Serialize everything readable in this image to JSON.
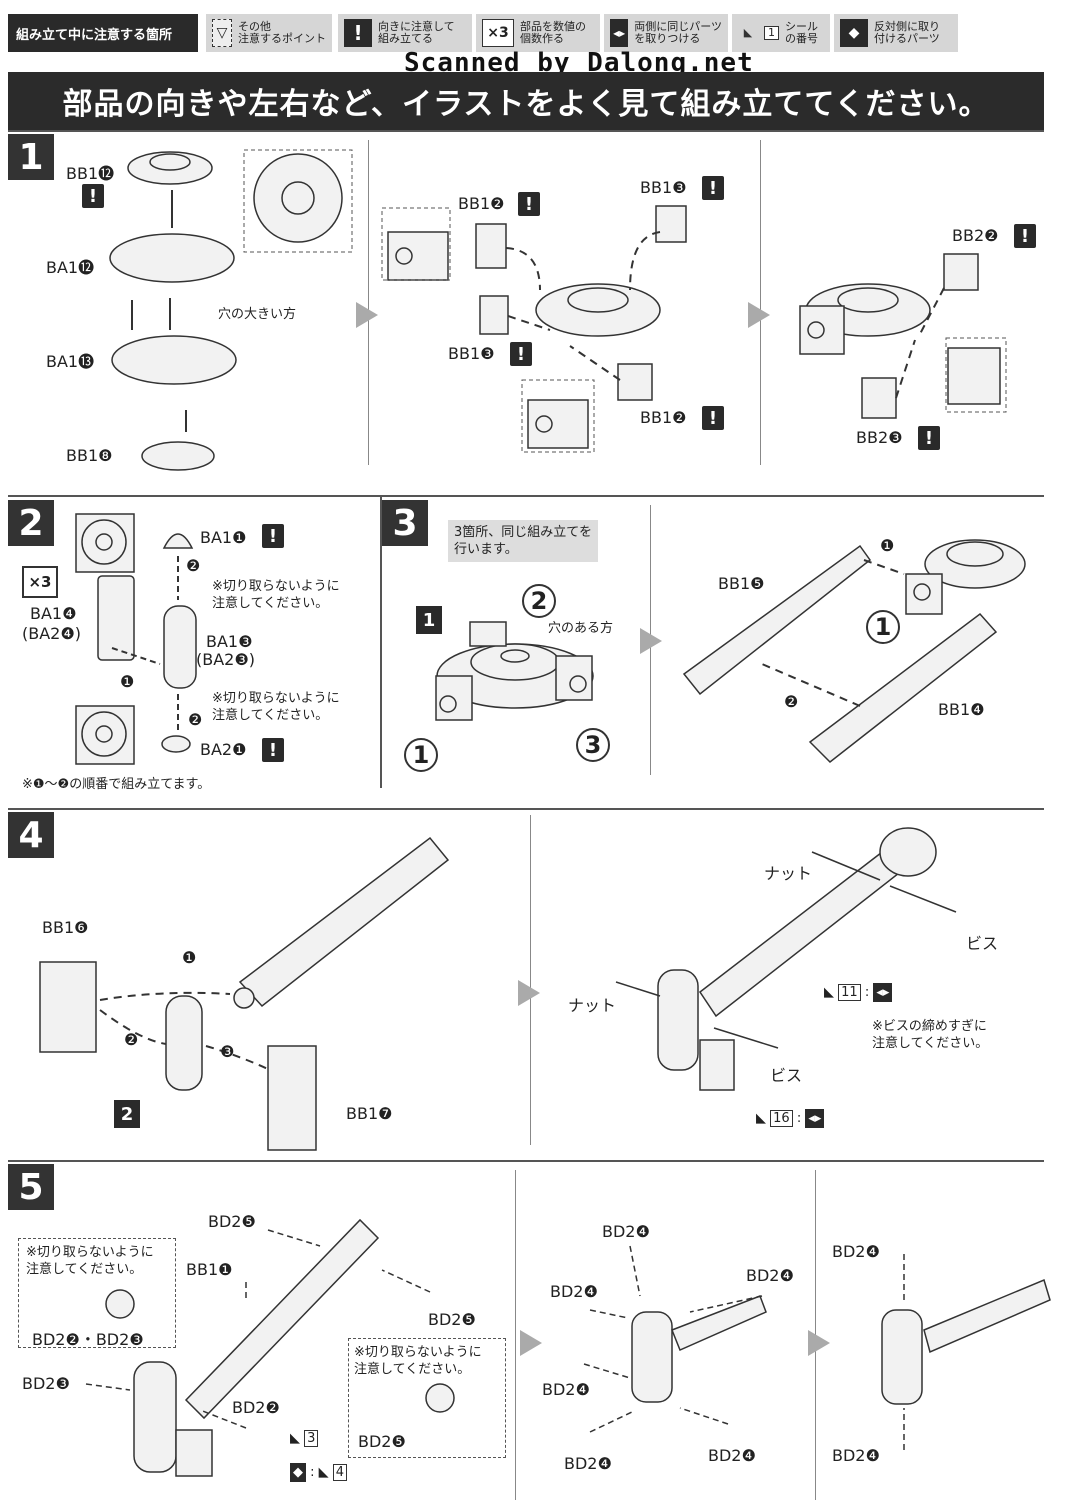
{
  "legend": {
    "title": "組み立て中に注意する箇所",
    "items": [
      {
        "label": "その他\n注意するポイント"
      },
      {
        "label": "向きに注意して\n組み立てる"
      },
      {
        "label": "部品を数値の\n個数作る"
      },
      {
        "label": "両側に同じパーツ\nを取りつける"
      },
      {
        "label": "シール\nの番号"
      },
      {
        "label": "反対側に取り\n付けるパーツ"
      }
    ],
    "x3": "×3",
    "seal_num": "1"
  },
  "watermark": "Scanned by Dalong.net",
  "banner": "部品の向きや左右など、イラストをよく見て組み立ててください。",
  "steps": [
    "1",
    "2",
    "3",
    "4",
    "5"
  ],
  "step1": {
    "labels": [
      "BB1⓬",
      "BA1⓬",
      "BA1⓭",
      "BB1❽",
      "BB1❷",
      "BB1❸",
      "BB1❸",
      "BB1❷",
      "BB2❷",
      "BB2❸"
    ],
    "hole_note": "穴の大きい方"
  },
  "step2": {
    "x3": "×3",
    "labels": [
      "BA1❶",
      "BA1❹",
      "(BA2❹)",
      "BA1❸",
      "(BA2❸)",
      "BA2❶"
    ],
    "note_top": "※切り取らないように\n注意してください。",
    "note_bottom": "※切り取らないように\n注意してください。",
    "order_note": "※❶～❷の順番で組み立てます。",
    "seq": [
      "❷",
      "❶",
      "❷"
    ]
  },
  "step3": {
    "note": "3箇所、同じ組み立てを\n行います。",
    "hole_note": "穴のある方",
    "box": "1",
    "circles": [
      "2",
      "1",
      "3",
      "1"
    ],
    "labels": [
      "BB1❺",
      "BB1❹"
    ],
    "seq": [
      "❶",
      "❷"
    ]
  },
  "step4": {
    "labels": [
      "BB1❻",
      "BB1❼"
    ],
    "box": "2",
    "seq": [
      "❶",
      "❷",
      "❸"
    ],
    "nut1": "ナット",
    "nut2": "ナット",
    "screw1": "ビス",
    "screw2": "ビス",
    "screw_note": "※ビスの締めすぎに\n注意してください。",
    "seal1": "11",
    "seal2": "16"
  },
  "step5": {
    "note_left": "※切り取らないように\n注意してください。",
    "note_mid": "※切り取らないように\n注意してください。",
    "labels_left": [
      "BD2❺",
      "BB1❶",
      "BD2❷・BD2❸",
      "BD2❸",
      "BD2❺",
      "BD2❷",
      "BD2❺"
    ],
    "labels_mid": [
      "BD2❹",
      "BD2❹",
      "BD2❹",
      "BD2❹",
      "BD2❹",
      "BD2❹"
    ],
    "labels_right": [
      "BD2❹",
      "BD2❹"
    ],
    "seal1": "3",
    "seal2": "4"
  }
}
